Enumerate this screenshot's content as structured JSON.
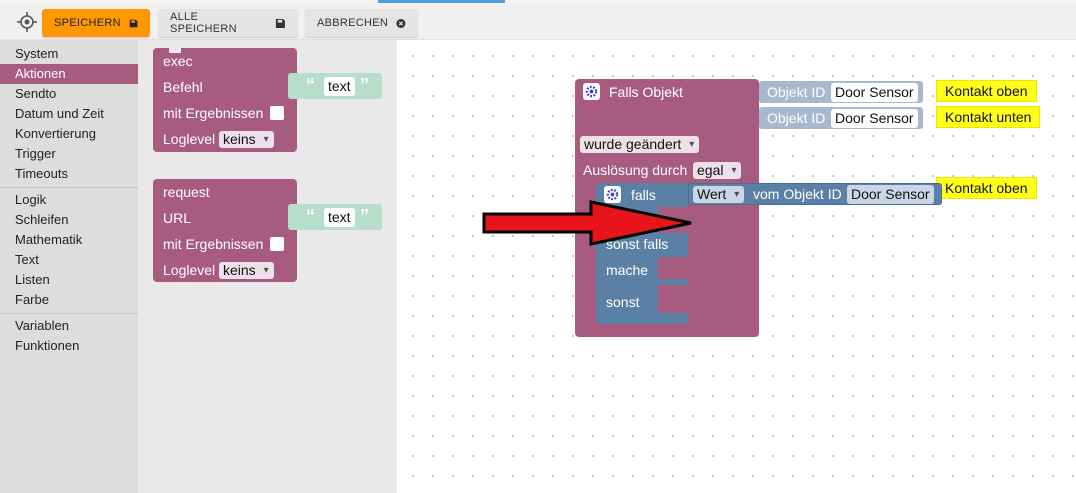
{
  "toolbar": {
    "target_icon": "crosshair-icon",
    "save_label": "SPEICHERN",
    "save_all_label": "ALLE SPEICHERN",
    "cancel_label": "ABBRECHEN",
    "save_icon": "floppy-icon",
    "cancel_icon": "close-circle-icon",
    "save_color": "#ff9800"
  },
  "categories": {
    "group1": [
      "System",
      "Aktionen",
      "Sendto",
      "Datum und Zeit",
      "Konvertierung",
      "Trigger",
      "Timeouts"
    ],
    "group2": [
      "Logik",
      "Schleifen",
      "Mathematik",
      "Text",
      "Listen",
      "Farbe"
    ],
    "group3": [
      "Variablen",
      "Funktionen"
    ],
    "selected": "Aktionen",
    "selected_color": "#a65b7f"
  },
  "flyout": {
    "exec": {
      "title": "exec",
      "befehl_label": "Befehl",
      "text_value": "text",
      "mit_ergebnissen_label": "mit Ergebnissen",
      "loglevel_label": "Loglevel",
      "loglevel_value": "keins"
    },
    "request": {
      "title": "request",
      "url_label": "URL",
      "text_value": "text",
      "mit_ergebnissen_label": "mit Ergebnissen",
      "loglevel_label": "Loglevel",
      "loglevel_value": "keins"
    }
  },
  "workspace": {
    "trigger": {
      "title": "Falls Objekt",
      "object_id_label_1": "Objekt ID",
      "object_id_value_1": "Door Sensor",
      "comment_1": "Kontakt oben",
      "object_id_label_2": "Objekt ID",
      "object_id_value_2": "Door Sensor",
      "comment_2": "Kontakt unten",
      "changed_value": "wurde geändert",
      "ausloesung_label": "Auslösung durch",
      "ausloesung_value": "egal"
    },
    "if_block": {
      "falls_label": "falls",
      "wert_value": "Wert",
      "vom_objekt_label": "vom Objekt ID",
      "object_value": "Door Sensor",
      "comment": "Kontakt oben",
      "sonst_falls_label": "sonst falls",
      "mache_label": "mache",
      "sonst_label": "sonst"
    },
    "arrow_color": "#e8141b"
  },
  "colors": {
    "action_block": "#a65b7f",
    "logic_block": "#5b80a5",
    "text_block": "#b7ddcd",
    "comment": "#ffff1a"
  }
}
